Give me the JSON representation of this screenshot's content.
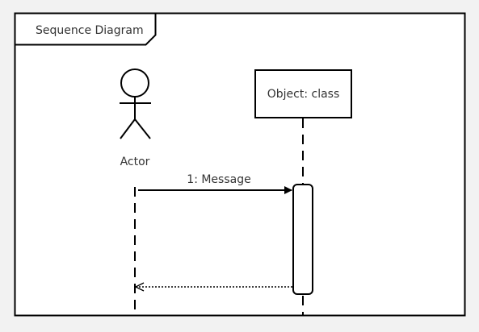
{
  "frame": {
    "title": "Sequence Diagram"
  },
  "actor": {
    "label": "Actor"
  },
  "object": {
    "label": "Object: class"
  },
  "messages": [
    {
      "label": "1: Message",
      "kind": "synchronous call"
    },
    {
      "label": "",
      "kind": "return"
    }
  ],
  "colors": {
    "background": "#f2f2f2",
    "frame_fill": "#ffffff",
    "stroke": "#000000",
    "text": "#333333"
  }
}
